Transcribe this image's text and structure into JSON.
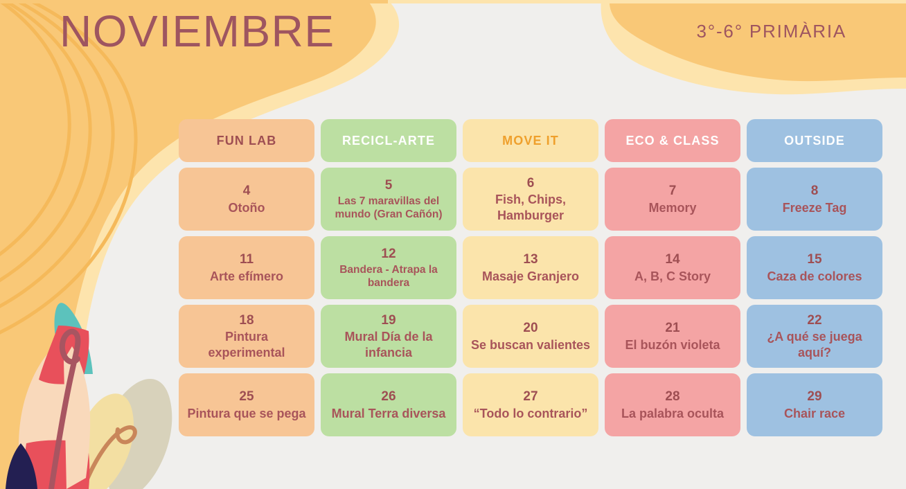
{
  "header": {
    "month": "NOVIEMBRE",
    "grade": "3°-6° PRIMÀRIA",
    "title_color": "#9e5560"
  },
  "palette": {
    "background": "#f0efed",
    "orange_blob": "#f9c877",
    "pale_yellow_blob": "#fde4ad",
    "arc_line": "#f5b95a",
    "text_maroon": "#9e4e52",
    "col_orange": "#f7c595",
    "col_green": "#bcdfa2",
    "col_yellow": "#fbe4ab",
    "col_pink": "#f4a4a4",
    "col_blue": "#9ec1e1",
    "header_text_orange": "#9e4e52",
    "header_text_white": "#ffffff",
    "header_text_gold": "#efa02c",
    "feather_teal": "#5cc2bc",
    "feather_red": "#e8505b",
    "feather_cream": "#f9d9bb",
    "feather_navy": "#231f52",
    "feather_stem": "#a85561",
    "feather_tan": "#d8d2bb",
    "feather_gold": "#f3dfa2",
    "feather_stem2": "#c9865a"
  },
  "columns": [
    {
      "label": "FUN LAB",
      "bg": "#f7c595",
      "fg": "#9e4e52"
    },
    {
      "label": "RECICL-ARTE",
      "bg": "#bcdfa2",
      "fg": "#ffffff"
    },
    {
      "label": "MOVE IT",
      "bg": "#fbe4ab",
      "fg": "#efa02c"
    },
    {
      "label": "ECO & CLASS",
      "bg": "#f4a4a4",
      "fg": "#ffffff"
    },
    {
      "label": "OUTSIDE",
      "bg": "#9ec1e1",
      "fg": "#ffffff"
    }
  ],
  "rows": [
    [
      {
        "day": "4",
        "activity": "Otoño",
        "small": false
      },
      {
        "day": "5",
        "activity": "Las 7 maravillas del mundo (Gran Cañón)",
        "small": true
      },
      {
        "day": "6",
        "activity": "Fish, Chips, Hamburger",
        "small": false
      },
      {
        "day": "7",
        "activity": "Memory",
        "small": false
      },
      {
        "day": "8",
        "activity": "Freeze Tag",
        "small": false
      }
    ],
    [
      {
        "day": "11",
        "activity": "Arte efímero",
        "small": false
      },
      {
        "day": "12",
        "activity": "Bandera - Atrapa la bandera",
        "small": true
      },
      {
        "day": "13",
        "activity": "Masaje Granjero",
        "small": false
      },
      {
        "day": "14",
        "activity": "A, B, C Story",
        "small": false
      },
      {
        "day": "15",
        "activity": "Caza de colores",
        "small": false
      }
    ],
    [
      {
        "day": "18",
        "activity": "Pintura experimental",
        "small": false
      },
      {
        "day": "19",
        "activity": "Mural Día de la infancia",
        "small": false
      },
      {
        "day": "20",
        "activity": "Se buscan valientes",
        "small": false
      },
      {
        "day": "21",
        "activity": "El buzón violeta",
        "small": false
      },
      {
        "day": "22",
        "activity": "¿A qué se juega aquí?",
        "small": false
      }
    ],
    [
      {
        "day": "25",
        "activity": "Pintura que se pega",
        "small": false
      },
      {
        "day": "26",
        "activity": "Mural Terra diversa",
        "small": false
      },
      {
        "day": "27",
        "activity": "“Todo lo contrario”",
        "small": false
      },
      {
        "day": "28",
        "activity": "La palabra oculta",
        "small": false
      },
      {
        "day": "29",
        "activity": "Chair race",
        "small": false
      }
    ]
  ],
  "decorations": {
    "top_left_blob": "orange-swirl-blob",
    "top_right_blob": "orange-wave-blob",
    "bottom_left": "feather-illustration"
  }
}
